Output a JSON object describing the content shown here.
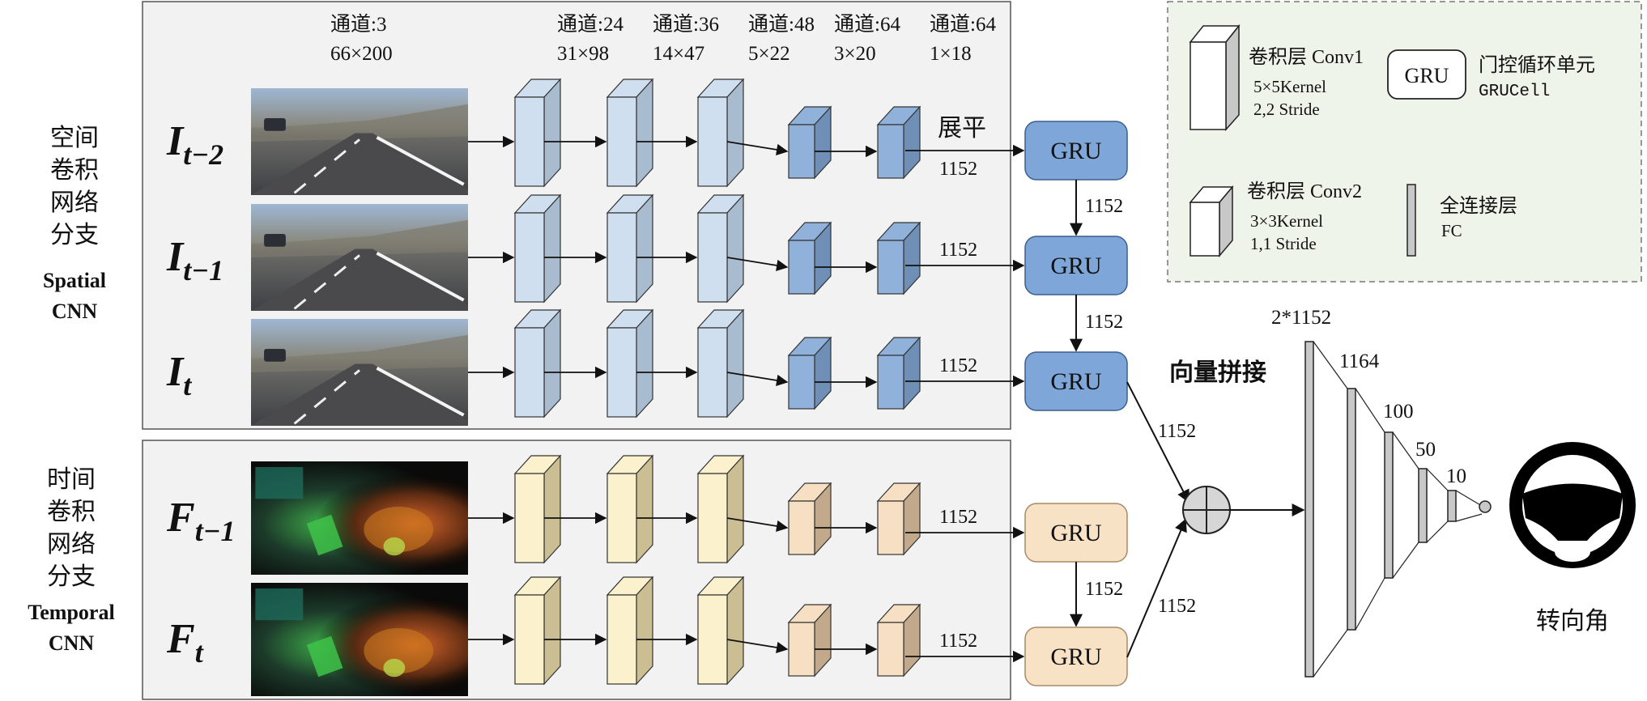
{
  "spatial_branch": {
    "label_zh": [
      "空间",
      "卷积",
      "网络",
      "分支"
    ],
    "label_en": [
      "Spatial",
      "CNN"
    ],
    "rows": [
      {
        "symbol": "I",
        "subscript": "t−2",
        "frame_colors": [
          "#8aa7c7",
          "#7d7a6e",
          "#4a4a4c"
        ]
      },
      {
        "symbol": "I",
        "subscript": "t−1",
        "frame_colors": [
          "#8aa7c7",
          "#7d7a6e",
          "#4a4a4c"
        ]
      },
      {
        "symbol": "I",
        "subscript": "t",
        "frame_colors": [
          "#8aa7c7",
          "#7d7a6e",
          "#4a4a4c"
        ]
      }
    ]
  },
  "temporal_branch": {
    "label_zh": [
      "时间",
      "卷积",
      "网络",
      "分支"
    ],
    "label_en": [
      "Temporal",
      "CNN"
    ],
    "rows": [
      {
        "symbol": "F",
        "subscript": "t−1"
      },
      {
        "symbol": "F",
        "subscript": "t"
      }
    ]
  },
  "layer_headers": [
    {
      "channels": "通道:3",
      "size": "66×200"
    },
    {
      "channels": "通道:24",
      "size": "31×98"
    },
    {
      "channels": "通道:36",
      "size": "14×47"
    },
    {
      "channels": "通道:48",
      "size": "5×22"
    },
    {
      "channels": "通道:64",
      "size": "3×20"
    },
    {
      "channels": "通道:64",
      "size": "1×18"
    }
  ],
  "flatten_label": "展平",
  "edge_labels": {
    "flatten_dim": "1152",
    "gru_link": "1152",
    "to_concat": "1152"
  },
  "gru_label": "GRU",
  "concat_label": "向量拼接",
  "fc_sizes": [
    "2*1152",
    "1164",
    "100",
    "50",
    "10"
  ],
  "output_label": "转向角",
  "legend": {
    "conv1_title": "卷积层  Conv1",
    "conv1_kernel": "5×5Kernel",
    "conv1_stride": "2,2 Stride",
    "conv2_title": "卷积层  Conv2",
    "conv2_kernel": "3×3Kernel",
    "conv2_stride": "1,1 Stride",
    "gru_box": "GRU",
    "gru_title": "门控循环单元",
    "gru_sub": "GRUCell",
    "fc_title": "全连接层",
    "fc_sub": "FC"
  },
  "colors": {
    "spatial_big_front": "#cfdff0",
    "spatial_big_side": "#a9bccf",
    "spatial_small_front": "#8fb1da",
    "spatial_small_side": "#6f8fb6",
    "temporal_big_front": "#fbf1cd",
    "temporal_big_side": "#cbbe93",
    "temporal_small_front": "#f7dfc4",
    "temporal_small_side": "#c3a98c",
    "gru_spatial": "#7ea6d8",
    "gru_temporal": "#f8e2c6",
    "panel_bg": "#f2f2f2",
    "legend_bg": "#eef4ea",
    "fc_gray": "#c8c8c8"
  }
}
